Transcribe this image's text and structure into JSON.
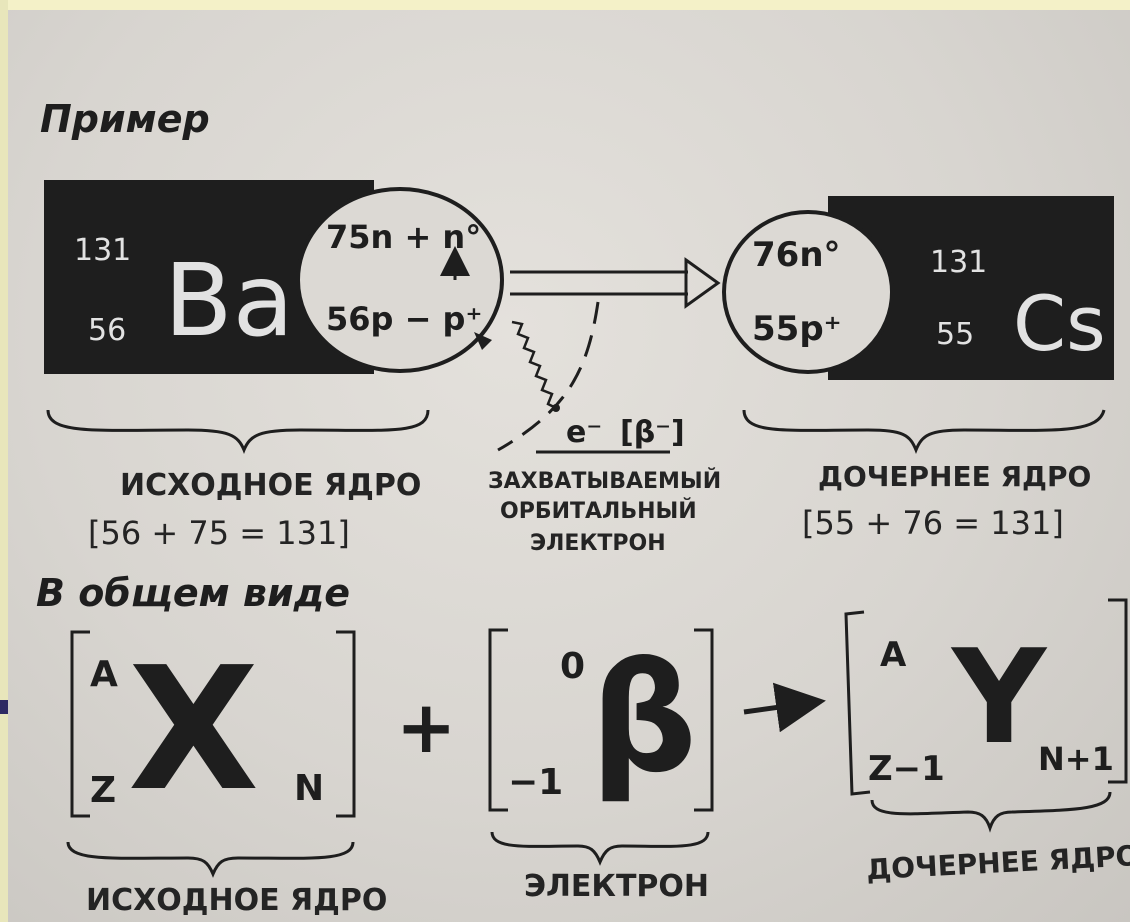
{
  "example": {
    "heading": "Пример",
    "parent": {
      "mass": "131",
      "charge": "56",
      "symbol": "Ba",
      "neutrons": "75n + n°",
      "protons": "56p − p⁺",
      "caption": "ИСХОДНОЕ ЯДРО",
      "sum": "[56 + 75 = 131]"
    },
    "electron": {
      "symbol": "e⁻",
      "beta": "[β⁻]",
      "caption_line1": "ЗАХВАТЫВАЕМЫЙ",
      "caption_line2": "ОРБИТАЛЬНЫЙ",
      "caption_line3": "ЭЛЕКТРОН"
    },
    "daughter": {
      "neutrons": "76n°",
      "protons": "55p⁺",
      "mass": "131",
      "charge": "55",
      "symbol": "Cs",
      "caption": "ДОЧЕРНЕЕ ЯДРО",
      "sum": "[55 + 76 = 131]"
    }
  },
  "general": {
    "heading": "В общем виде",
    "parent": {
      "mass": "A",
      "charge": "Z",
      "symbol": "X",
      "neutrons": "N",
      "caption": "ИСХОДНОЕ ЯДРО"
    },
    "plus": "+",
    "electron": {
      "mass": "0",
      "charge": "−1",
      "symbol": "β",
      "caption": "ЭЛЕКТРОН"
    },
    "daughter": {
      "mass": "A",
      "charge": "Z−1",
      "symbol": "Y",
      "neutrons": "N+1",
      "caption": "ДОЧЕРНЕЕ ЯДРО"
    }
  },
  "colors": {
    "slide_background": "#f4f1c8",
    "accent_bar": "#2e2a63",
    "paper": "#dcd9d4",
    "ink": "#1e1e1e"
  }
}
